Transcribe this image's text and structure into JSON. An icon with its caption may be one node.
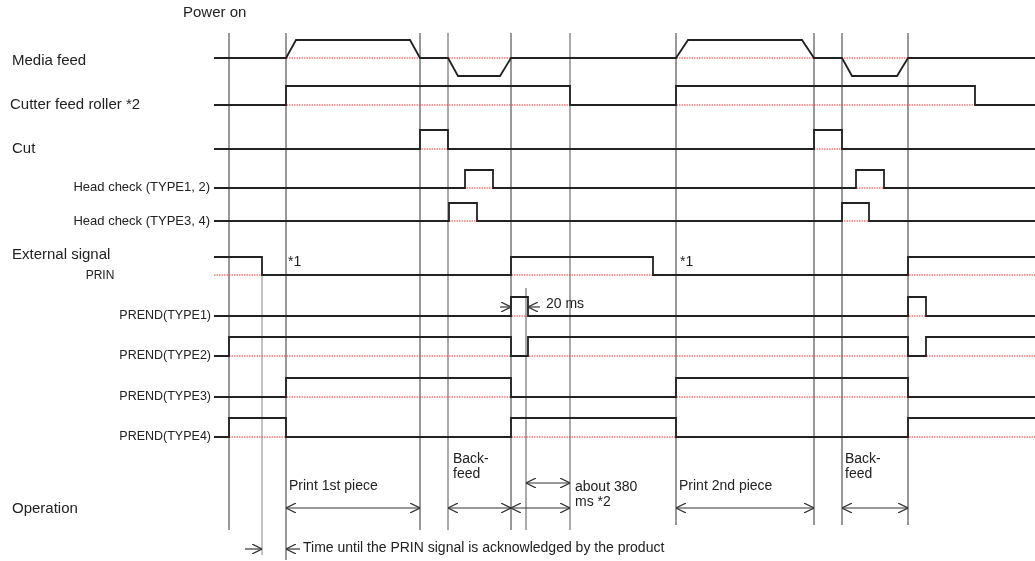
{
  "diagram": {
    "labels": [
      "Power on",
      "Media feed",
      "Cutter feed roller *2",
      "Cut",
      "Head check (TYPE1, 2)",
      "Head check (TYPE3, 4)",
      "External signal",
      "PRIN",
      "*1",
      "*1",
      "20 ms",
      "PREND(TYPE1)",
      "PREND(TYPE2)",
      "PREND(TYPE3)",
      "PREND(TYPE4)",
      "Back-feed",
      "Back-feed",
      "Print 1st piece",
      "about 380 ms *2",
      "Print 2nd piece",
      "Operation",
      "Time until the PRIN signal is acknowledged by the product"
    ]
  }
}
